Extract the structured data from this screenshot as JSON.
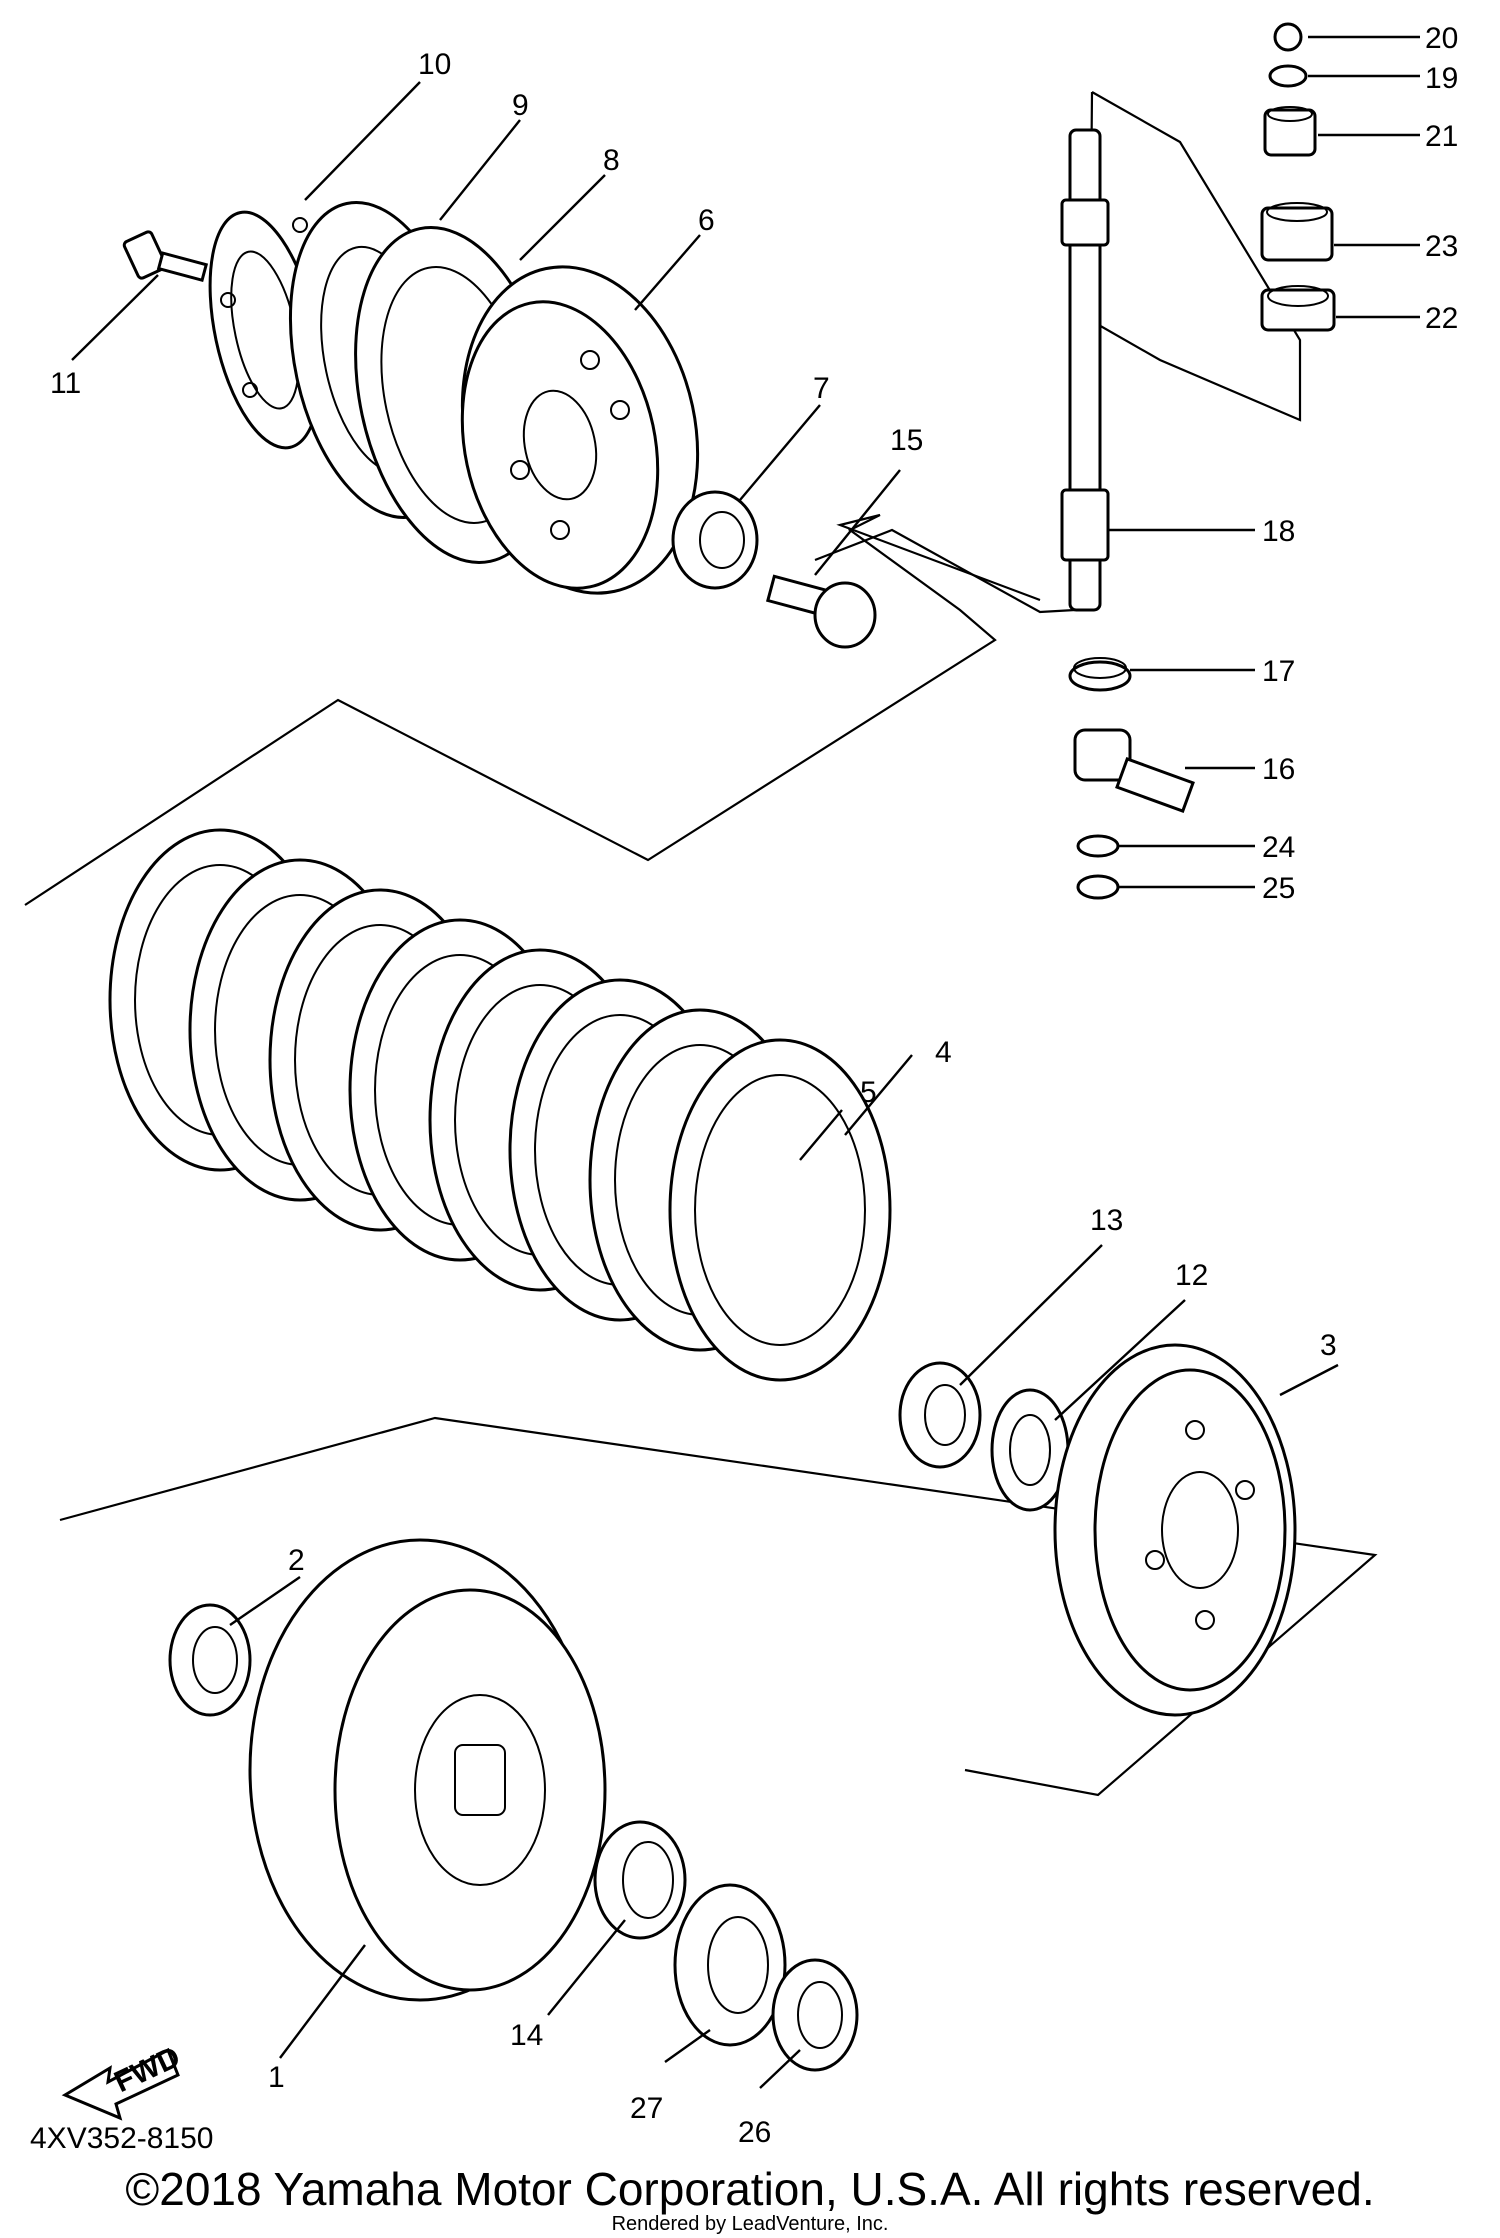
{
  "diagram": {
    "part_code": "4XV352-8150",
    "fwd_label": "FWD",
    "copyright": "©2018 Yamaha Motor Corporation, U.S.A. All rights reserved.",
    "rendered_by": "Rendered by LeadVenture, Inc.",
    "callouts": [
      "1",
      "2",
      "3",
      "4",
      "5",
      "6",
      "7",
      "8",
      "9",
      "10",
      "11",
      "12",
      "13",
      "14",
      "15",
      "16",
      "17",
      "18",
      "19",
      "20",
      "21",
      "22",
      "23",
      "24",
      "25",
      "26",
      "27"
    ]
  }
}
